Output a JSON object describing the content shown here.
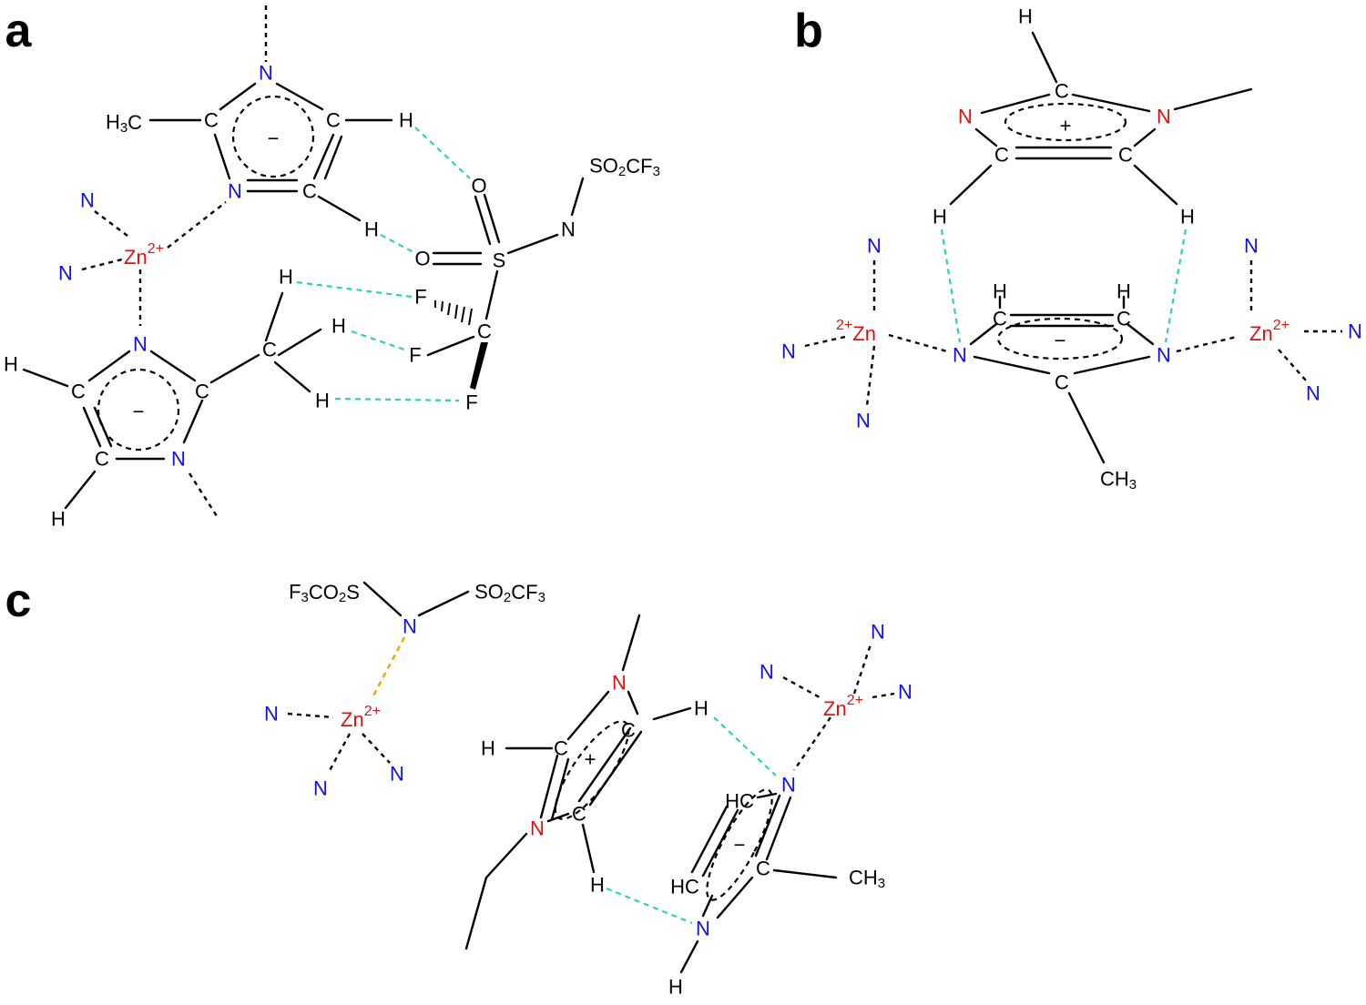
{
  "panel_labels": [
    "a",
    "b",
    "c"
  ],
  "atoms": {
    "C": "C",
    "N": "N",
    "H": "H",
    "O": "O",
    "S": "S",
    "F": "F",
    "Zn": "Zn",
    "charge_2plus": "2+",
    "minus": "−",
    "plus": "+",
    "HC": "HC",
    "H3C": "H3C",
    "CH3": "CH3",
    "SO2CF3": "SO2CF3",
    "F3CO2S": "F3CO2S"
  },
  "colors": {
    "hydrogen_bond": "#2fd1b6",
    "zn_tfsi_bond": "#f0a500",
    "nitrogen_coordinating": "#1010e0",
    "cation_nitrogen_and_zinc": "#e01010"
  }
}
